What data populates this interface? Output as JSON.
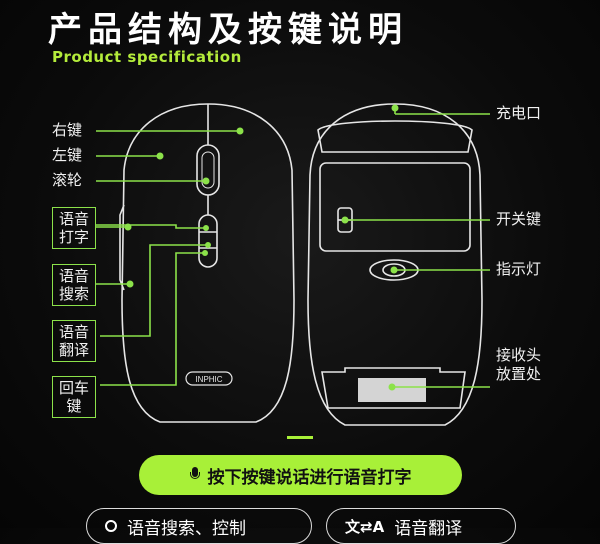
{
  "header": {
    "title": "产品结构及按键说明",
    "subtitle": "Product specification"
  },
  "left_labels": {
    "right_key": "右键",
    "left_key": "左键",
    "scroll": "滚轮"
  },
  "boxed_labels": [
    {
      "line1": "语音",
      "line2": "打字"
    },
    {
      "line1": "语音",
      "line2": "搜索"
    },
    {
      "line1": "语音",
      "line2": "翻译"
    },
    {
      "line1": "回车",
      "line2": "键"
    }
  ],
  "right_labels": {
    "charge_port": "充电口",
    "power_switch": "开关键",
    "indicator": "指示灯",
    "receiver_line1": "接收头",
    "receiver_line2": "放置处"
  },
  "brand_mark": "INPHIC",
  "buttons": {
    "voice_typing": "按下按键说话进行语音打字",
    "voice_search": "语音搜索、控制",
    "translate_icon": "文⇄A",
    "voice_translate": "语音翻译"
  },
  "colors": {
    "accent": "#a8f038",
    "callout_line": "#8ce24a",
    "outline": "#e6e6e6"
  }
}
